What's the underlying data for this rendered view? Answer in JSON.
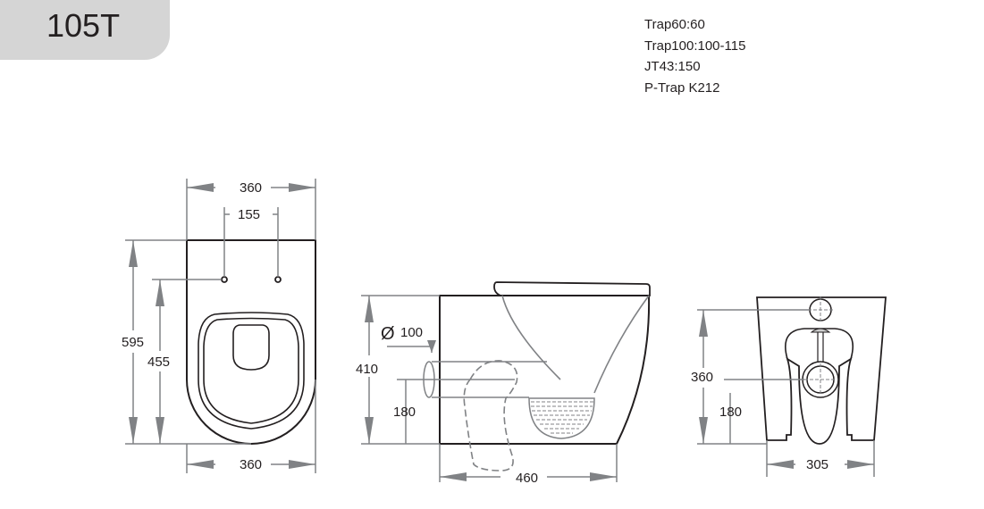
{
  "header": {
    "model": "105T",
    "tab_color": "#d5d5d5"
  },
  "trap_options": [
    "Trap60:60",
    "Trap100:100-115",
    "JT43:150",
    "P-Trap K212"
  ],
  "views": {
    "top_view": {
      "width_top": "360",
      "hole_spacing": "155",
      "overall_length": "595",
      "hole_to_front": "455",
      "width_bottom": "360"
    },
    "side_view": {
      "outlet_diameter_symbol": "Ø",
      "outlet_diameter": "100",
      "height": "410",
      "outlet_height": "180",
      "depth": "460"
    },
    "back_view": {
      "inlet_height": "360",
      "outlet_height": "180",
      "base_width": "305"
    }
  },
  "colors": {
    "outline": "#231f20",
    "dimension": "#808285",
    "background": "#ffffff"
  }
}
